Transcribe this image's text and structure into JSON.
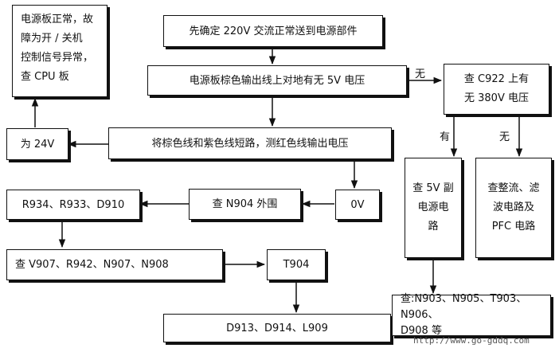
{
  "nodes": {
    "confirm_220v": "先确定 220V 交流正常送到电源部件",
    "check_5v": "电源板棕色输出线上对地有无 5V 电压",
    "board_ok": "电源板正常，故\n障为开 / 关机\n控制信号异常，\n查 CPU 板",
    "is_24v": "为 24V",
    "short_wires": "将棕色线和紫色线短路，测红色线输出电压",
    "check_c922": "查 C922 上有\n无 380V 电压",
    "zero_v": "0V",
    "check_n904": "查 N904 外围",
    "r934": "R934、R933、D910",
    "aux_5v": "查 5V 副\n电源电\n路",
    "rect_filter": "查整流、滤\n波电路及\nPFC 电路",
    "check_v907": "查 V907、R942、N907、N908",
    "t904": "T904",
    "d913": "D913、D914、L909",
    "check_n903": "查:N903、N905、T903、N906、\nD908 等"
  },
  "labels": {
    "no_top": "无",
    "yes": "有",
    "no_right": "无"
  },
  "watermark": "http://www.go-gddq.com"
}
